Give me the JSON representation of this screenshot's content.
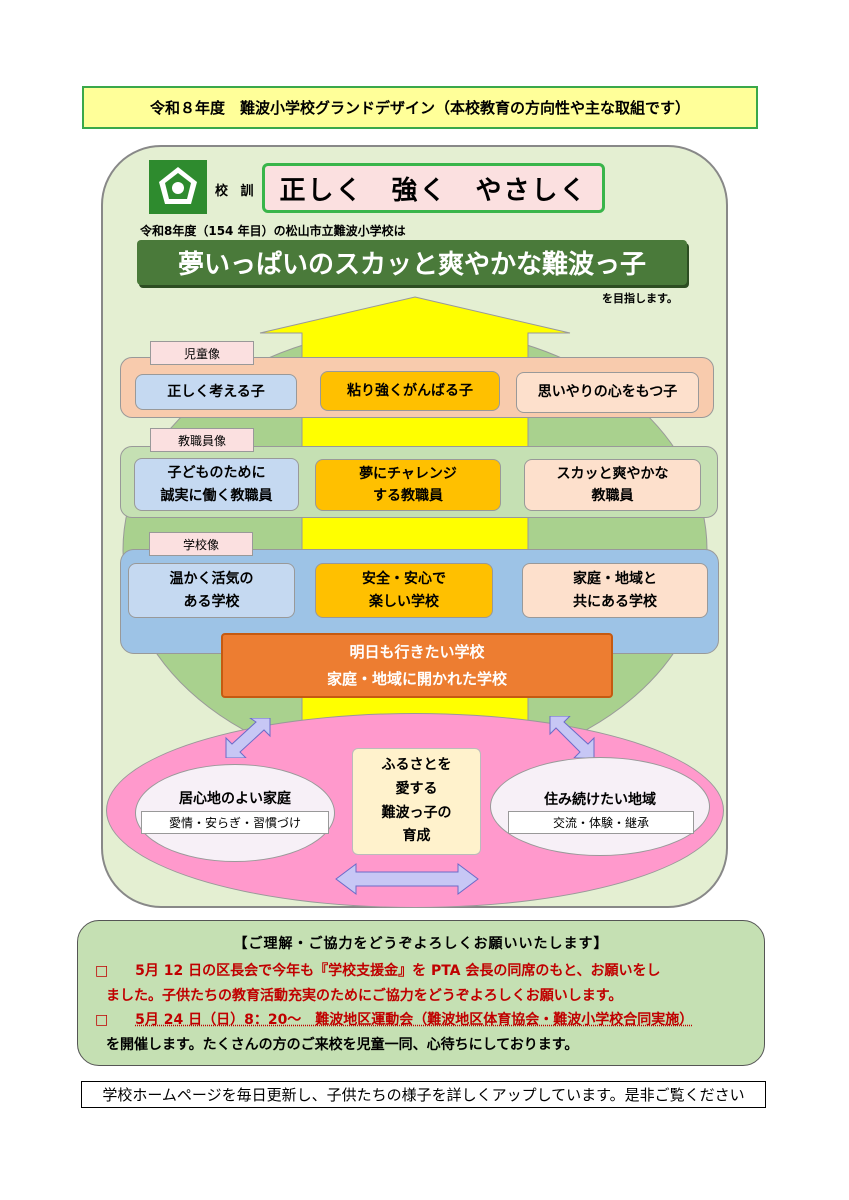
{
  "header": {
    "title": "令和８年度　難波小学校グランドデザイン（本校教育の方向性や主な取組です）"
  },
  "motto": {
    "label": "校 訓",
    "text": "正しく　強く　やさしく"
  },
  "vision": {
    "intro": "令和8年度（154 年目）の松山市立難波小学校は",
    "banner": "夢いっぱいのスカッと爽やかな難波っ子",
    "aim": "を目指します。"
  },
  "children": {
    "tab": "児童像",
    "items": [
      "正しく考える子",
      "粘り強くがんばる子",
      "思いやりの心をもつ子"
    ]
  },
  "staff": {
    "tab": "教職員像",
    "items": [
      [
        "子どものために",
        "誠実に働く教職員"
      ],
      [
        "夢にチャレンジ",
        "する教職員"
      ],
      [
        "スカッと爽やかな",
        "教職員"
      ]
    ]
  },
  "school": {
    "tab": "学校像",
    "items": [
      [
        "温かく活気の",
        "ある学校"
      ],
      [
        "安全・安心で",
        "楽しい学校"
      ],
      [
        "家庭・地域と",
        "共にある学校"
      ]
    ]
  },
  "goal": {
    "line1": "明日も行きたい学校",
    "line2": "家庭・地域に開かれた学校"
  },
  "community": {
    "family_title": "居心地のよい家庭",
    "family_sub": "愛情・安らぎ・習慣づけ",
    "center": [
      "ふるさとを",
      "愛する",
      "難波っ子の",
      "育成"
    ],
    "region_title": "住み続けたい地域",
    "region_sub": "交流・体験・継承"
  },
  "notice": {
    "heading": "【ご理解・ご協力をどうぞよろしくお願いいたします】",
    "bullet": "□",
    "item1_line1": "5月 12 日の区長会で今年も『学校支援金』を PTA 会長の同席のもと、お願いをし",
    "item1_line2": "ました。子供たちの教育活動充実のためにご協力をどうぞよろしくお願いします。",
    "item2_line1": "5月 24 日（日）8：20～　難波地区運動会（難波地区体育協会・難波小学校合同実施）",
    "item2_line2": "を開催します。たくさんの方のご来校を児童一同、心待ちにしております。"
  },
  "footer": {
    "text": "学校ホームページを毎日更新し、子供たちの様子を詳しくアップしています。是非ご覧ください"
  },
  "colors": {
    "title_bg": "#ffff99",
    "panel_bg": "#e4efd2",
    "vision_banner": "#4a7a3a",
    "arrow_yellow": "#ffff00",
    "children_band": "#f8cbad",
    "staff_band": "#c5e0b3",
    "school_band": "#9dc3e6",
    "goal_orange": "#ed7d31",
    "pink_ellipse": "#ff99cc",
    "notice_red": "#c00000"
  },
  "icons": [
    "school-emblem-icon",
    "up-arrow-icon",
    "double-arrow-icon"
  ]
}
